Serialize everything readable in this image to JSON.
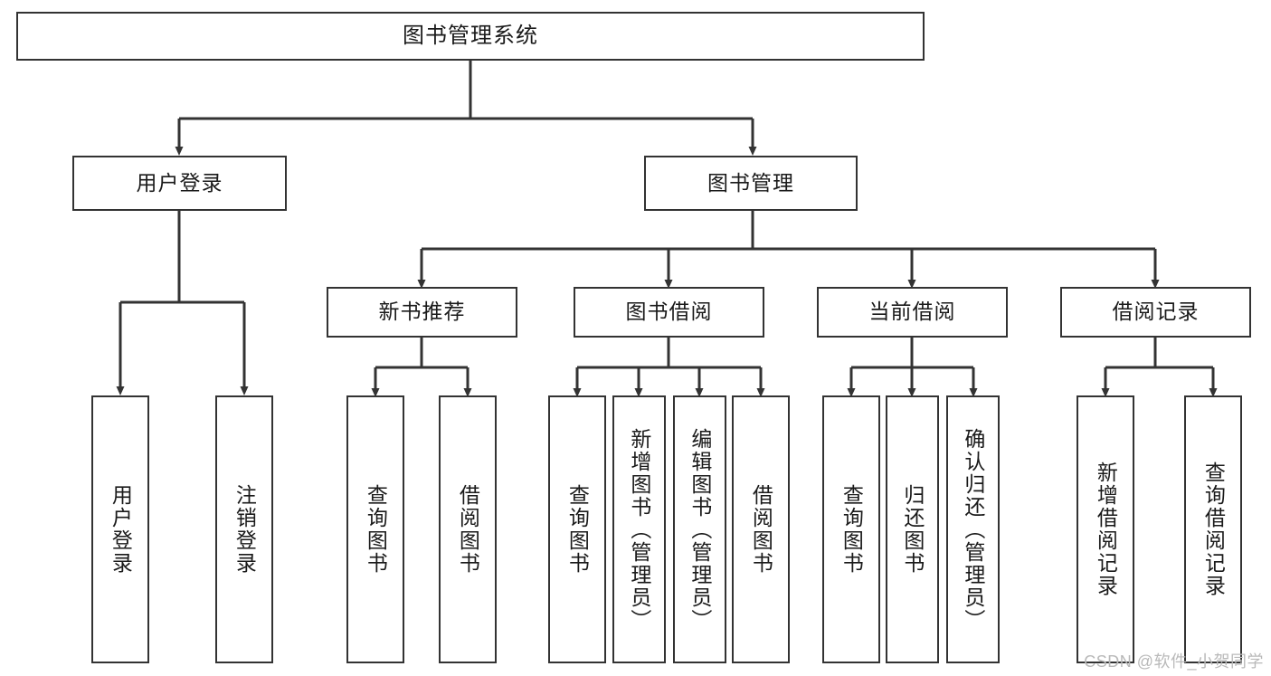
{
  "diagram": {
    "title": "图书管理系统",
    "type": "tree-hierarchy-diagram",
    "orientation": "top-down",
    "colors": {
      "box_border": "#333333",
      "box_fill": "#ffffff",
      "connector": "#333333",
      "text": "#1a1a1a",
      "watermark": "#b9b9b9"
    }
  },
  "root": {
    "label": "图书管理系统"
  },
  "level2": [
    {
      "id": "user-login",
      "label": "用户登录"
    },
    {
      "id": "book-manage",
      "label": "图书管理"
    }
  ],
  "level3": [
    {
      "id": "new-book-recommend",
      "label": "新书推荐",
      "parent": "book-manage"
    },
    {
      "id": "book-borrow",
      "label": "图书借阅",
      "parent": "book-manage"
    },
    {
      "id": "current-borrow",
      "label": "当前借阅",
      "parent": "book-manage"
    },
    {
      "id": "borrow-record",
      "label": "借阅记录",
      "parent": "book-manage"
    }
  ],
  "leaves": [
    {
      "id": "leaf-user-login",
      "label": "用户登录",
      "parent": "user-login"
    },
    {
      "id": "leaf-user-logout",
      "label": "注销登录",
      "parent": "user-login"
    },
    {
      "id": "leaf-query-book-1",
      "label": "查询图书",
      "parent": "new-book-recommend"
    },
    {
      "id": "leaf-borrow-book-1",
      "label": "借阅图书",
      "parent": "new-book-recommend"
    },
    {
      "id": "leaf-query-book-2",
      "label": "查询图书",
      "parent": "book-borrow"
    },
    {
      "id": "leaf-add-book",
      "label": "新增图书（管理员）",
      "parent": "book-borrow"
    },
    {
      "id": "leaf-edit-book",
      "label": "编辑图书（管理员）",
      "parent": "book-borrow"
    },
    {
      "id": "leaf-borrow-book-2",
      "label": "借阅图书",
      "parent": "book-borrow"
    },
    {
      "id": "leaf-query-book-3",
      "label": "查询图书",
      "parent": "current-borrow"
    },
    {
      "id": "leaf-return-book",
      "label": "归还图书",
      "parent": "current-borrow"
    },
    {
      "id": "leaf-confirm-return",
      "label": "确认归还（管理员）",
      "parent": "current-borrow"
    },
    {
      "id": "leaf-add-record",
      "label": "新增借阅记录",
      "parent": "borrow-record"
    },
    {
      "id": "leaf-query-record",
      "label": "查询借阅记录",
      "parent": "borrow-record"
    }
  ],
  "watermark": {
    "text": "CSDN @软件_小贺同学"
  }
}
